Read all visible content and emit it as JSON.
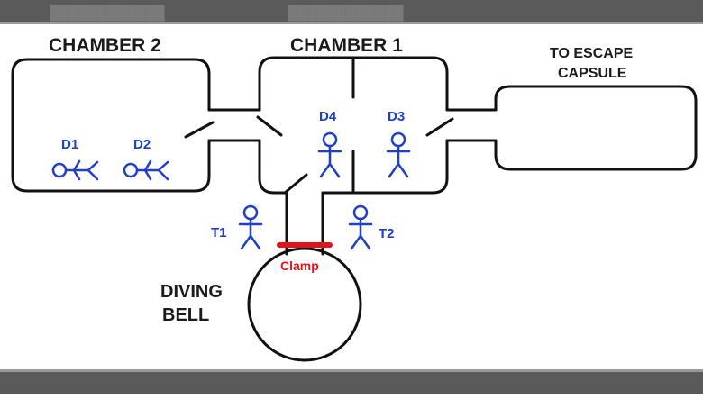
{
  "header_caption": "████████████",
  "header_caption_right": "████████████",
  "labels": {
    "chamber2": "CHAMBER 2",
    "chamber1": "CHAMBER 1",
    "escape_line1": "TO ESCAPE",
    "escape_line2": "CAPSULE",
    "bell_line1": "DIVING",
    "bell_line2": "BELL",
    "clamp": "Clamp"
  },
  "people": {
    "d1": "D1",
    "d2": "D2",
    "d3": "D3",
    "d4": "D4",
    "t1": "T1",
    "t2": "T2"
  },
  "colors": {
    "person": "#1f3fc4",
    "clamp": "#e0141b",
    "wall": "#111111",
    "border_band": "#5a5a5a"
  }
}
